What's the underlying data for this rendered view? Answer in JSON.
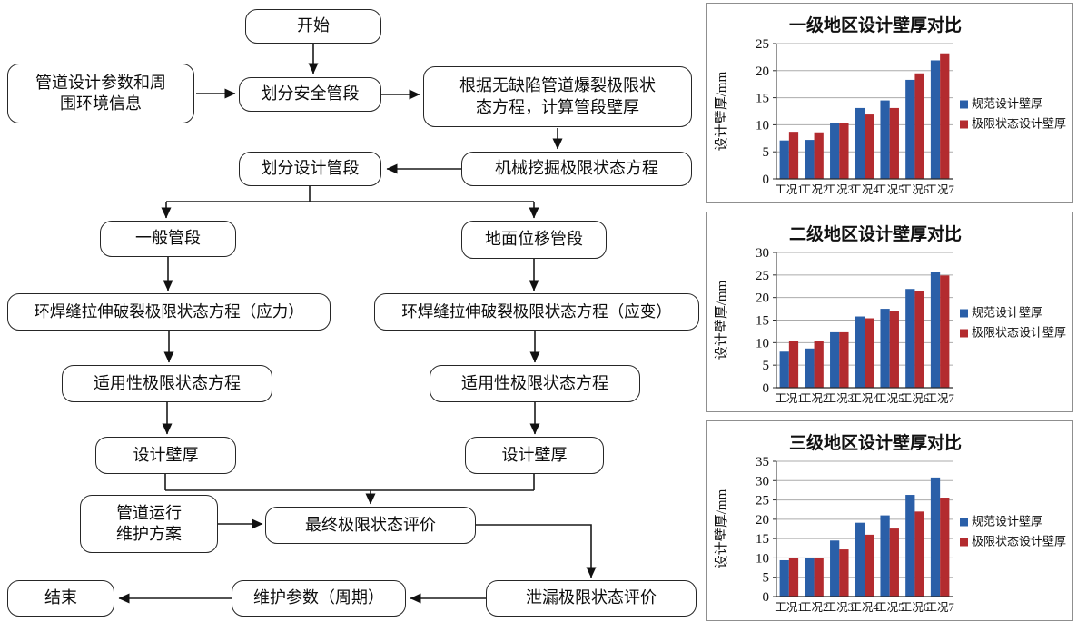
{
  "flowchart": {
    "nodes": [
      {
        "id": "start",
        "label": "开始"
      },
      {
        "id": "pipeline-info",
        "label": "管道设计参数和周\n围环境信息"
      },
      {
        "id": "divide-safety-segments",
        "label": "划分安全管段"
      },
      {
        "id": "burst-limit-calc",
        "label": "根据无缺陷管道爆裂极限状\n态方程，计算管段壁厚"
      },
      {
        "id": "divide-design-segments",
        "label": "划分设计管段"
      },
      {
        "id": "mechanical-excavation",
        "label": "机械挖掘极限状态方程"
      },
      {
        "id": "general-segment",
        "label": "一般管段"
      },
      {
        "id": "ground-displacement-segment",
        "label": "地面位移管段"
      },
      {
        "id": "girth-weld-stress",
        "label": "环焊缝拉伸破裂极限状态方程（应力）"
      },
      {
        "id": "girth-weld-strain",
        "label": "环焊缝拉伸破裂极限状态方程（应变）"
      },
      {
        "id": "serviceability-left",
        "label": "适用性极限状态方程"
      },
      {
        "id": "serviceability-right",
        "label": "适用性极限状态方程"
      },
      {
        "id": "design-wall-left",
        "label": "设计壁厚"
      },
      {
        "id": "design-wall-right",
        "label": "设计壁厚"
      },
      {
        "id": "maintenance-plan",
        "label": "管道运行\n维护方案"
      },
      {
        "id": "final-limit-eval",
        "label": "最终极限状态评价"
      },
      {
        "id": "leak-limit-eval",
        "label": "泄漏极限状态评价"
      },
      {
        "id": "maintenance-params",
        "label": "维护参数（周期）"
      },
      {
        "id": "end",
        "label": "结束"
      }
    ]
  },
  "colors": {
    "bar_blue": "#2A5FA8",
    "bar_red": "#B32B2F",
    "gridline": "#ababab",
    "axis": "#2b2b2b",
    "panel_border": "#8f8f8f",
    "connector": "#1a1a1a"
  },
  "chart_data": [
    {
      "type": "bar",
      "title": "一级地区设计壁厚对比",
      "xlabel": "",
      "ylabel": "设计壁厚/mm",
      "ylim": [
        0,
        25
      ],
      "ytick_step": 5,
      "grid": true,
      "legend_position": "right",
      "categories": [
        "工况1",
        "工况2",
        "工况3",
        "工况4",
        "工况5",
        "工况6",
        "工况7"
      ],
      "series": [
        {
          "name": "规范设计壁厚",
          "color": "#2A5FA8",
          "values": [
            7.1,
            7.2,
            10.3,
            13.1,
            14.5,
            18.3,
            21.9
          ]
        },
        {
          "name": "极限状态设计壁厚",
          "color": "#B32B2F",
          "values": [
            8.7,
            8.6,
            10.4,
            11.9,
            13.1,
            19.5,
            23.2
          ]
        }
      ]
    },
    {
      "type": "bar",
      "title": "二级地区设计壁厚对比",
      "xlabel": "",
      "ylabel": "设计壁厚/mm",
      "ylim": [
        0,
        30
      ],
      "ytick_step": 5,
      "grid": true,
      "legend_position": "right",
      "categories": [
        "工况1",
        "工况2",
        "工况3",
        "工况4",
        "工况5",
        "工况6",
        "工况7"
      ],
      "series": [
        {
          "name": "规范设计壁厚",
          "color": "#2A5FA8",
          "values": [
            8.0,
            8.7,
            12.3,
            15.8,
            17.5,
            21.9,
            25.6
          ]
        },
        {
          "name": "极限状态设计壁厚",
          "color": "#B32B2F",
          "values": [
            10.3,
            10.4,
            12.3,
            15.4,
            17.0,
            21.5,
            24.9
          ]
        }
      ]
    },
    {
      "type": "bar",
      "title": "三级地区设计壁厚对比",
      "xlabel": "",
      "ylabel": "设计壁厚/mm",
      "ylim": [
        0,
        35
      ],
      "ytick_step": 5,
      "grid": true,
      "legend_position": "right",
      "categories": [
        "工况1",
        "工况2",
        "工况3",
        "工况4",
        "工况5",
        "工况6",
        "工况7"
      ],
      "series": [
        {
          "name": "规范设计壁厚",
          "color": "#2A5FA8",
          "values": [
            9.4,
            10.0,
            14.5,
            19.1,
            21.0,
            26.3,
            30.8
          ]
        },
        {
          "name": "极限状态设计壁厚",
          "color": "#B32B2F",
          "values": [
            10.0,
            10.0,
            12.2,
            16.0,
            17.6,
            22.0,
            25.6
          ]
        }
      ]
    }
  ]
}
